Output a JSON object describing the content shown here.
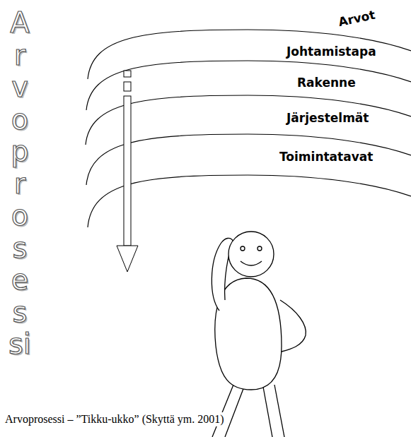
{
  "diagram": {
    "caption": "Arvoprosessi – ”Tikku-ukko” (Skyttä ym. 2001)",
    "labels": [
      "Arvot",
      "Johtamistapa",
      "Rakenne",
      "Järjestelmät",
      "Toimintatavat",
      "Arvoprosessi"
    ]
  }
}
